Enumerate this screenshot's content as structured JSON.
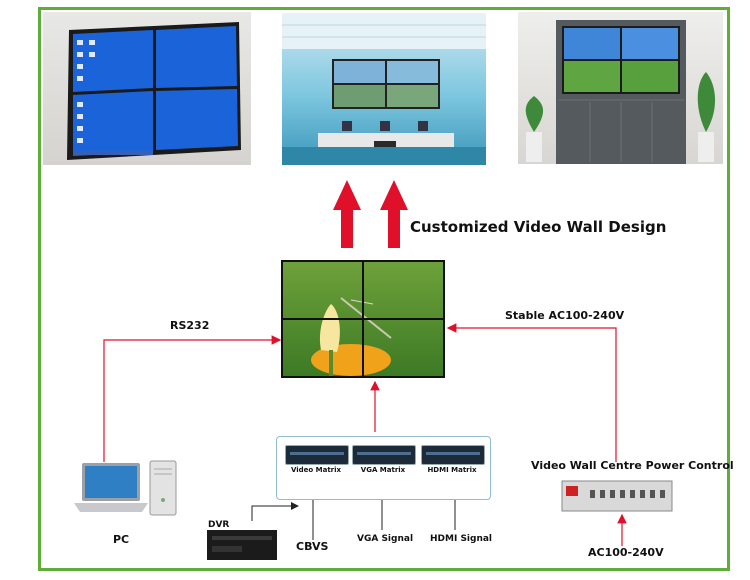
{
  "diagram": {
    "heading": "Customized Video Wall Design",
    "rs232": "RS232",
    "stable_power": "Stable AC100-240V",
    "pc": "PC",
    "dvr": "DVR",
    "cbvs": "CBVS",
    "vga_signal": "VGA Signal",
    "hdmi_signal": "HDMI Signal",
    "power_control": "Video Wall Centre Power Control",
    "ac_input": "AC100-240V",
    "matrices": [
      "Video Matrix",
      "VGA Matrix",
      "HDMI Matrix"
    ]
  },
  "colors": {
    "frame": "#5fae3a",
    "arrow": "#e0102a",
    "connector": "#222222"
  }
}
